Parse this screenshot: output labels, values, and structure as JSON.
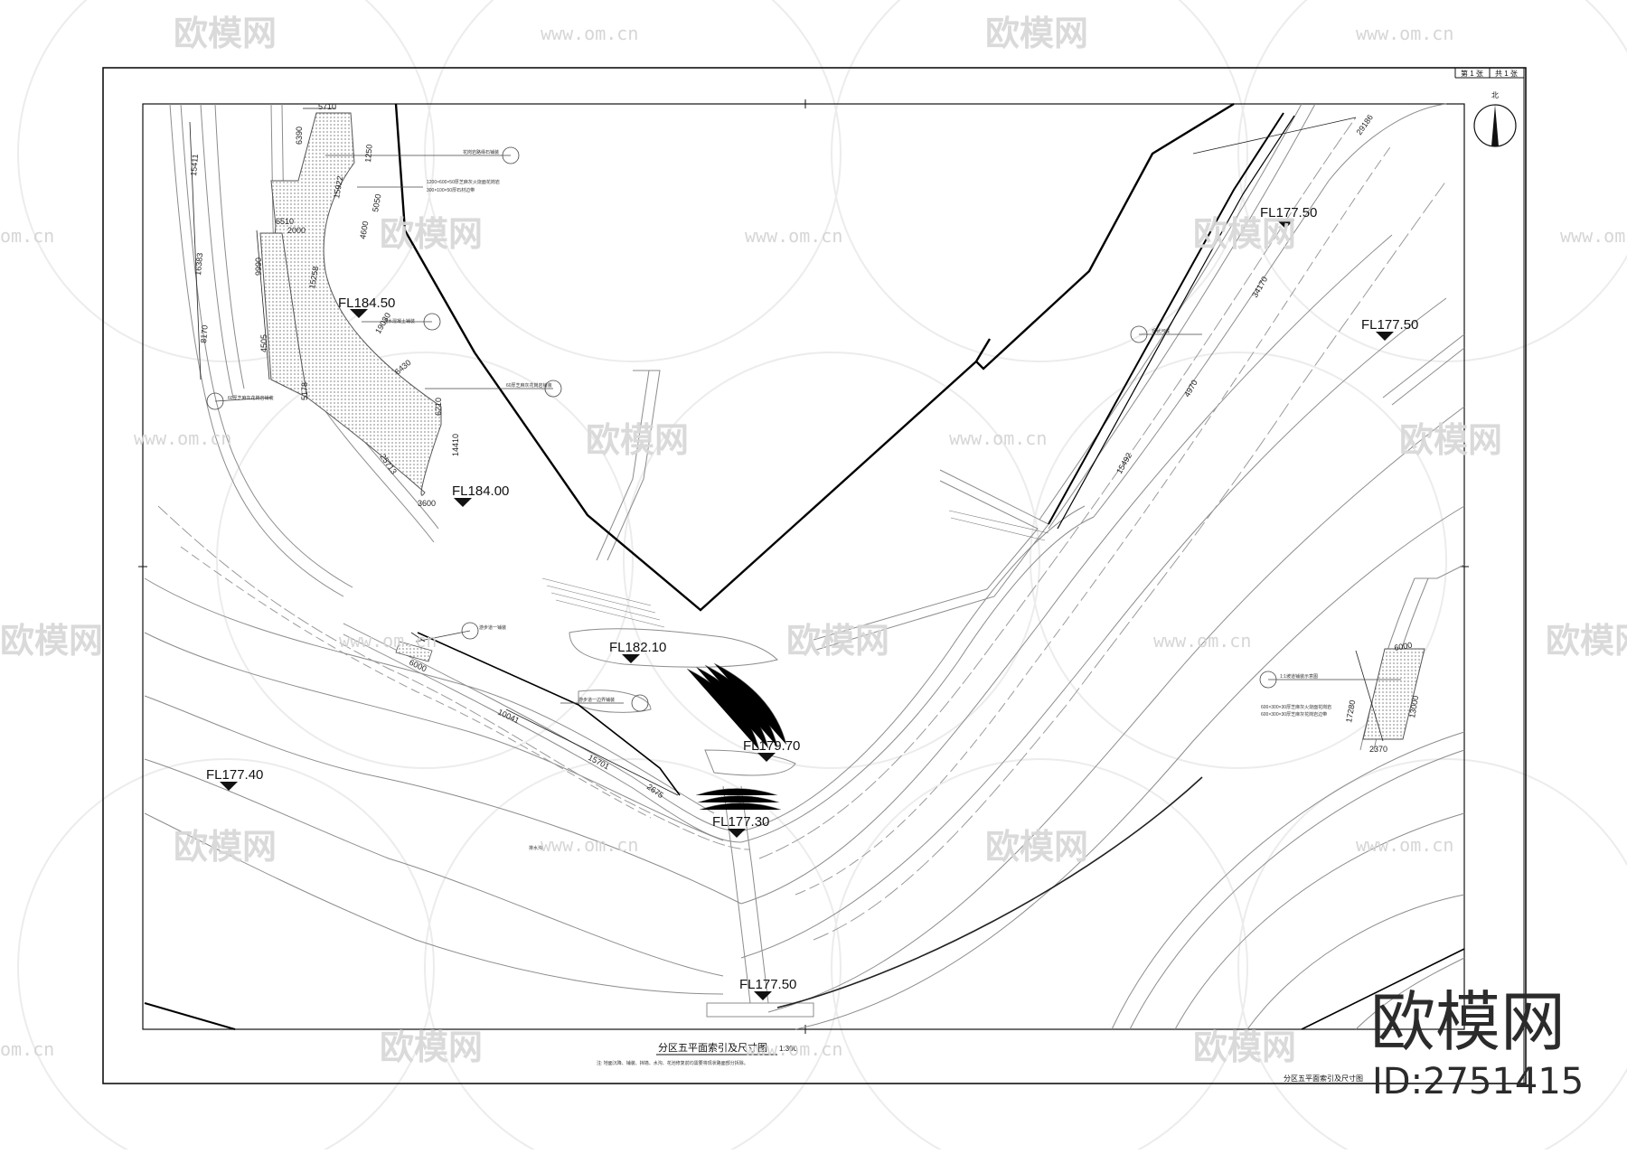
{
  "watermarks": {
    "logo": "欧模网",
    "url": "www.om.cn",
    "url_short": "om.cn"
  },
  "title_block": {
    "sheet_no": "第 1 张",
    "sheet_total": "共 1 张",
    "drawing_title": "分区五平面索引及尺寸图",
    "scale": "1:300",
    "note": "注: 地面沉降、铺装、挡墙、水沟、花池修复前均需要将现状路面部分拆除。",
    "side_title": "分区五平面索引及尺寸图",
    "north_label": "北"
  },
  "elevations": [
    {
      "id": "fl-184-50",
      "label": "FL184.50"
    },
    {
      "id": "fl-184-00",
      "label": "FL184.00"
    },
    {
      "id": "fl-182-10",
      "label": "FL182.10"
    },
    {
      "id": "fl-179-70",
      "label": "FL179.70"
    },
    {
      "id": "fl-177-30",
      "label": "FL177.30"
    },
    {
      "id": "fl-177-40",
      "label": "FL177.40"
    },
    {
      "id": "fl-177-50-top",
      "label": "FL177.50"
    },
    {
      "id": "fl-177-50-right",
      "label": "FL177.50"
    },
    {
      "id": "fl-177-50-bottom",
      "label": "FL177.50"
    }
  ],
  "dimensions": [
    "5710",
    "6390",
    "1250",
    "15922",
    "5050",
    "4600",
    "6510",
    "2000",
    "9990",
    "15258",
    "4505",
    "19030",
    "6430",
    "5178",
    "6210",
    "25713",
    "14410",
    "3600",
    "15411",
    "16383",
    "8170",
    "6000",
    "10041",
    "15701",
    "2675",
    "29186",
    "34170",
    "4970",
    "15492",
    "6000",
    "17280",
    "13000",
    "2370"
  ],
  "callouts": [
    "花岗岩路缘石铺装",
    "1200×600×50厚芝麻灰火烧面花岗岩",
    "300×100×50厚石材边带",
    "透水混凝土铺装",
    "60厚芝麻灰花岗岩铺装",
    "60厚芝麻灰花岗岩铺装",
    "现状河堤",
    "游步道一铺装",
    "游步道一边界铺装",
    "排水沟",
    "600×300×30厚芝麻灰火烧面花岗岩",
    "600×300×30厚芝麻灰花岗岩边带",
    "1:1坡道铺装示意图"
  ],
  "brand": {
    "name": "欧模网",
    "id_text": "ID:2751415"
  }
}
